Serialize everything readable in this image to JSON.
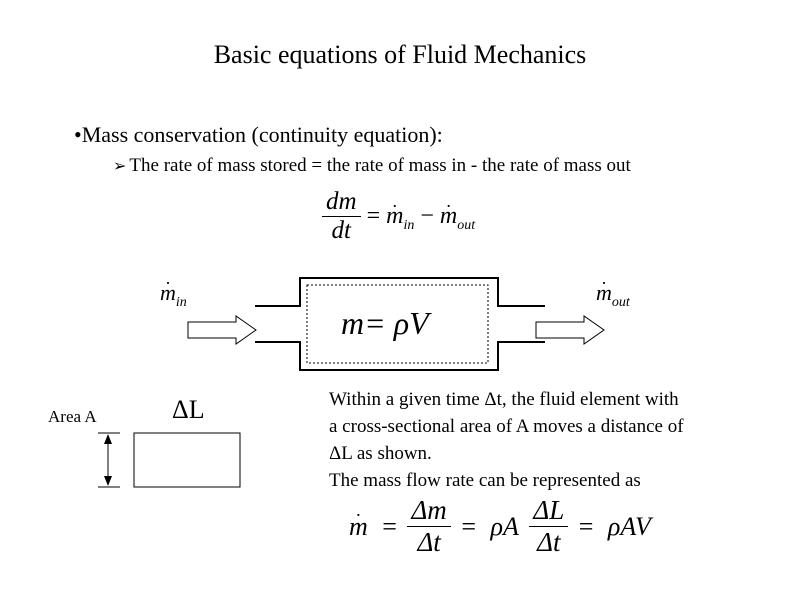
{
  "slide": {
    "title": "Basic equations of Fluid Mechanics",
    "bullet": "•Mass conservation (continuity equation):",
    "sub_arrow": "➢",
    "sub_bullet": "The rate of mass stored = the rate of mass in - the rate of mass out"
  },
  "equation1": {
    "numerator": "dm",
    "denominator": "dt",
    "equals": "=",
    "m": "m",
    "in_sub": "in",
    "minus": "−",
    "out_sub": "out"
  },
  "diagram": {
    "inlet_symbol": "m",
    "inlet_sub": "in",
    "outlet_symbol": "m",
    "outlet_sub": "out",
    "mass_expression": "m= ρV",
    "delta_l": "ΔL",
    "area_label": "Area A"
  },
  "explanation": {
    "line1": "Within a given time Δt, the fluid element with",
    "line2": "a cross-sectional area of A moves a distance of",
    "line3": "ΔL as shown.",
    "line4": "The mass flow rate can be represented as"
  },
  "equation2": {
    "m": "m",
    "equals": "=",
    "frac1_num": "Δm",
    "frac1_den": "Δt",
    "rho_a": "ρA",
    "frac2_num": "ΔL",
    "frac2_den": "Δt",
    "rho_av": "ρAV"
  }
}
